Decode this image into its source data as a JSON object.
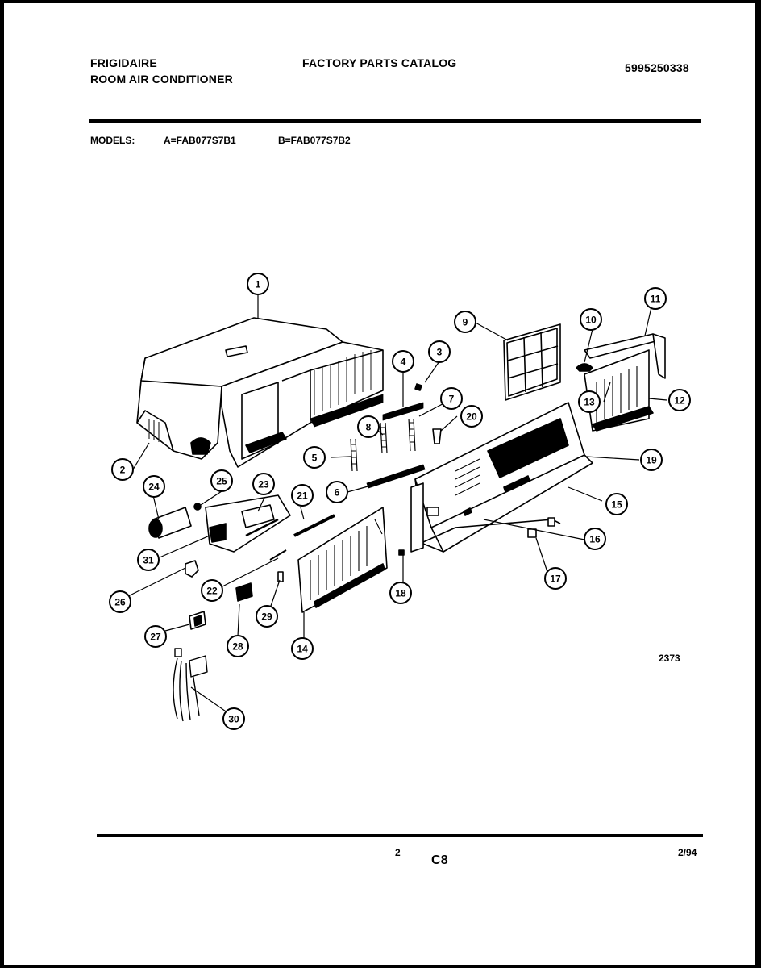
{
  "header": {
    "brand": "FRIGIDAIRE",
    "product": "ROOM AIR CONDITIONER",
    "catalog_title": "FACTORY PARTS CATALOG",
    "catalog_number": "5995250338"
  },
  "models": {
    "label": "MODELS:",
    "model_a": "A=FAB077S7B1",
    "model_b": "B=FAB077S7B2"
  },
  "callouts": [
    "1",
    "2",
    "3",
    "4",
    "5",
    "6",
    "7",
    "8",
    "9",
    "10",
    "11",
    "12",
    "13",
    "14",
    "15",
    "16",
    "17",
    "18",
    "19",
    "20",
    "21",
    "22",
    "23",
    "24",
    "25",
    "26",
    "27",
    "28",
    "29",
    "30",
    "31"
  ],
  "footer": {
    "drawing_number": "2373",
    "page_number": "2",
    "section_code": "C8",
    "date": "2/94"
  }
}
